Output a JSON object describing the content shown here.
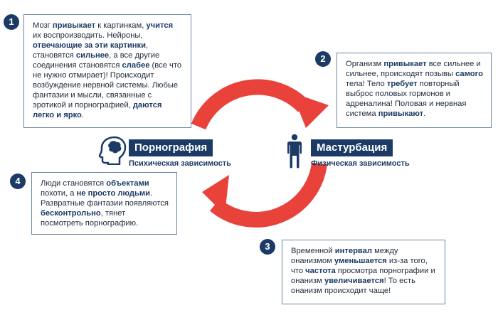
{
  "colors": {
    "navy": "#1b3a66",
    "arrow_red": "#e8423a",
    "border": "#6b86a6"
  },
  "steps": [
    {
      "number": "1",
      "segments": [
        [
          "Мозг ",
          false
        ],
        [
          "привыкает",
          true
        ],
        [
          " к картинкам, ",
          false
        ],
        [
          "учится",
          true
        ],
        [
          " их воспроизводить. Нейроны, ",
          false
        ],
        [
          "отвечающие за эти картинки",
          true
        ],
        [
          ", становятся ",
          false
        ],
        [
          "сильнее",
          true
        ],
        [
          ", а все другие соединения становятся ",
          false
        ],
        [
          "слабее",
          true
        ],
        [
          " (все что не нужно отмирает)! Происходит возбуждение нервной системы. Любые фантазии и мысли, связанные с эротикой и порнографией, ",
          false
        ],
        [
          "даются легко и ярко",
          true
        ],
        [
          ".",
          false
        ]
      ]
    },
    {
      "number": "2",
      "segments": [
        [
          "Организм ",
          false
        ],
        [
          "привыкает",
          true
        ],
        [
          " все сильнее и сильнее, происходят позывы ",
          false
        ],
        [
          "самого",
          true
        ],
        [
          " тела! Тело ",
          false
        ],
        [
          "требует",
          true
        ],
        [
          " повторный выброс половых гормонов и адреналина! Половая и нервная система ",
          false
        ],
        [
          "привыкают",
          true
        ],
        [
          ".",
          false
        ]
      ]
    },
    {
      "number": "3",
      "segments": [
        [
          "Временной ",
          false
        ],
        [
          "интервал",
          true
        ],
        [
          " между онанизмом ",
          false
        ],
        [
          "уменьшается",
          true
        ],
        [
          " из-за того, что ",
          false
        ],
        [
          "частота",
          true
        ],
        [
          " просмотра порнографии и онанизм ",
          false
        ],
        [
          "увеличивается",
          true
        ],
        [
          "! То есть онанизм происходит чаще!",
          false
        ]
      ]
    },
    {
      "number": "4",
      "segments": [
        [
          "Люди становятся ",
          false
        ],
        [
          "объектами",
          true
        ],
        [
          " похоти, а ",
          false
        ],
        [
          "не просто людьми",
          true
        ],
        [
          ". Развратные фантазии появляются ",
          false
        ],
        [
          "бесконтрольно",
          true
        ],
        [
          ", тянет посмотреть порнографию.",
          false
        ]
      ]
    }
  ],
  "left_node": {
    "title": "Порнография",
    "subtitle": "Психическая зависимость",
    "icon": "head-brain-icon"
  },
  "right_node": {
    "title": "Мастурбация",
    "subtitle": "Физическая зависимость",
    "icon": "human-figure-icon"
  }
}
